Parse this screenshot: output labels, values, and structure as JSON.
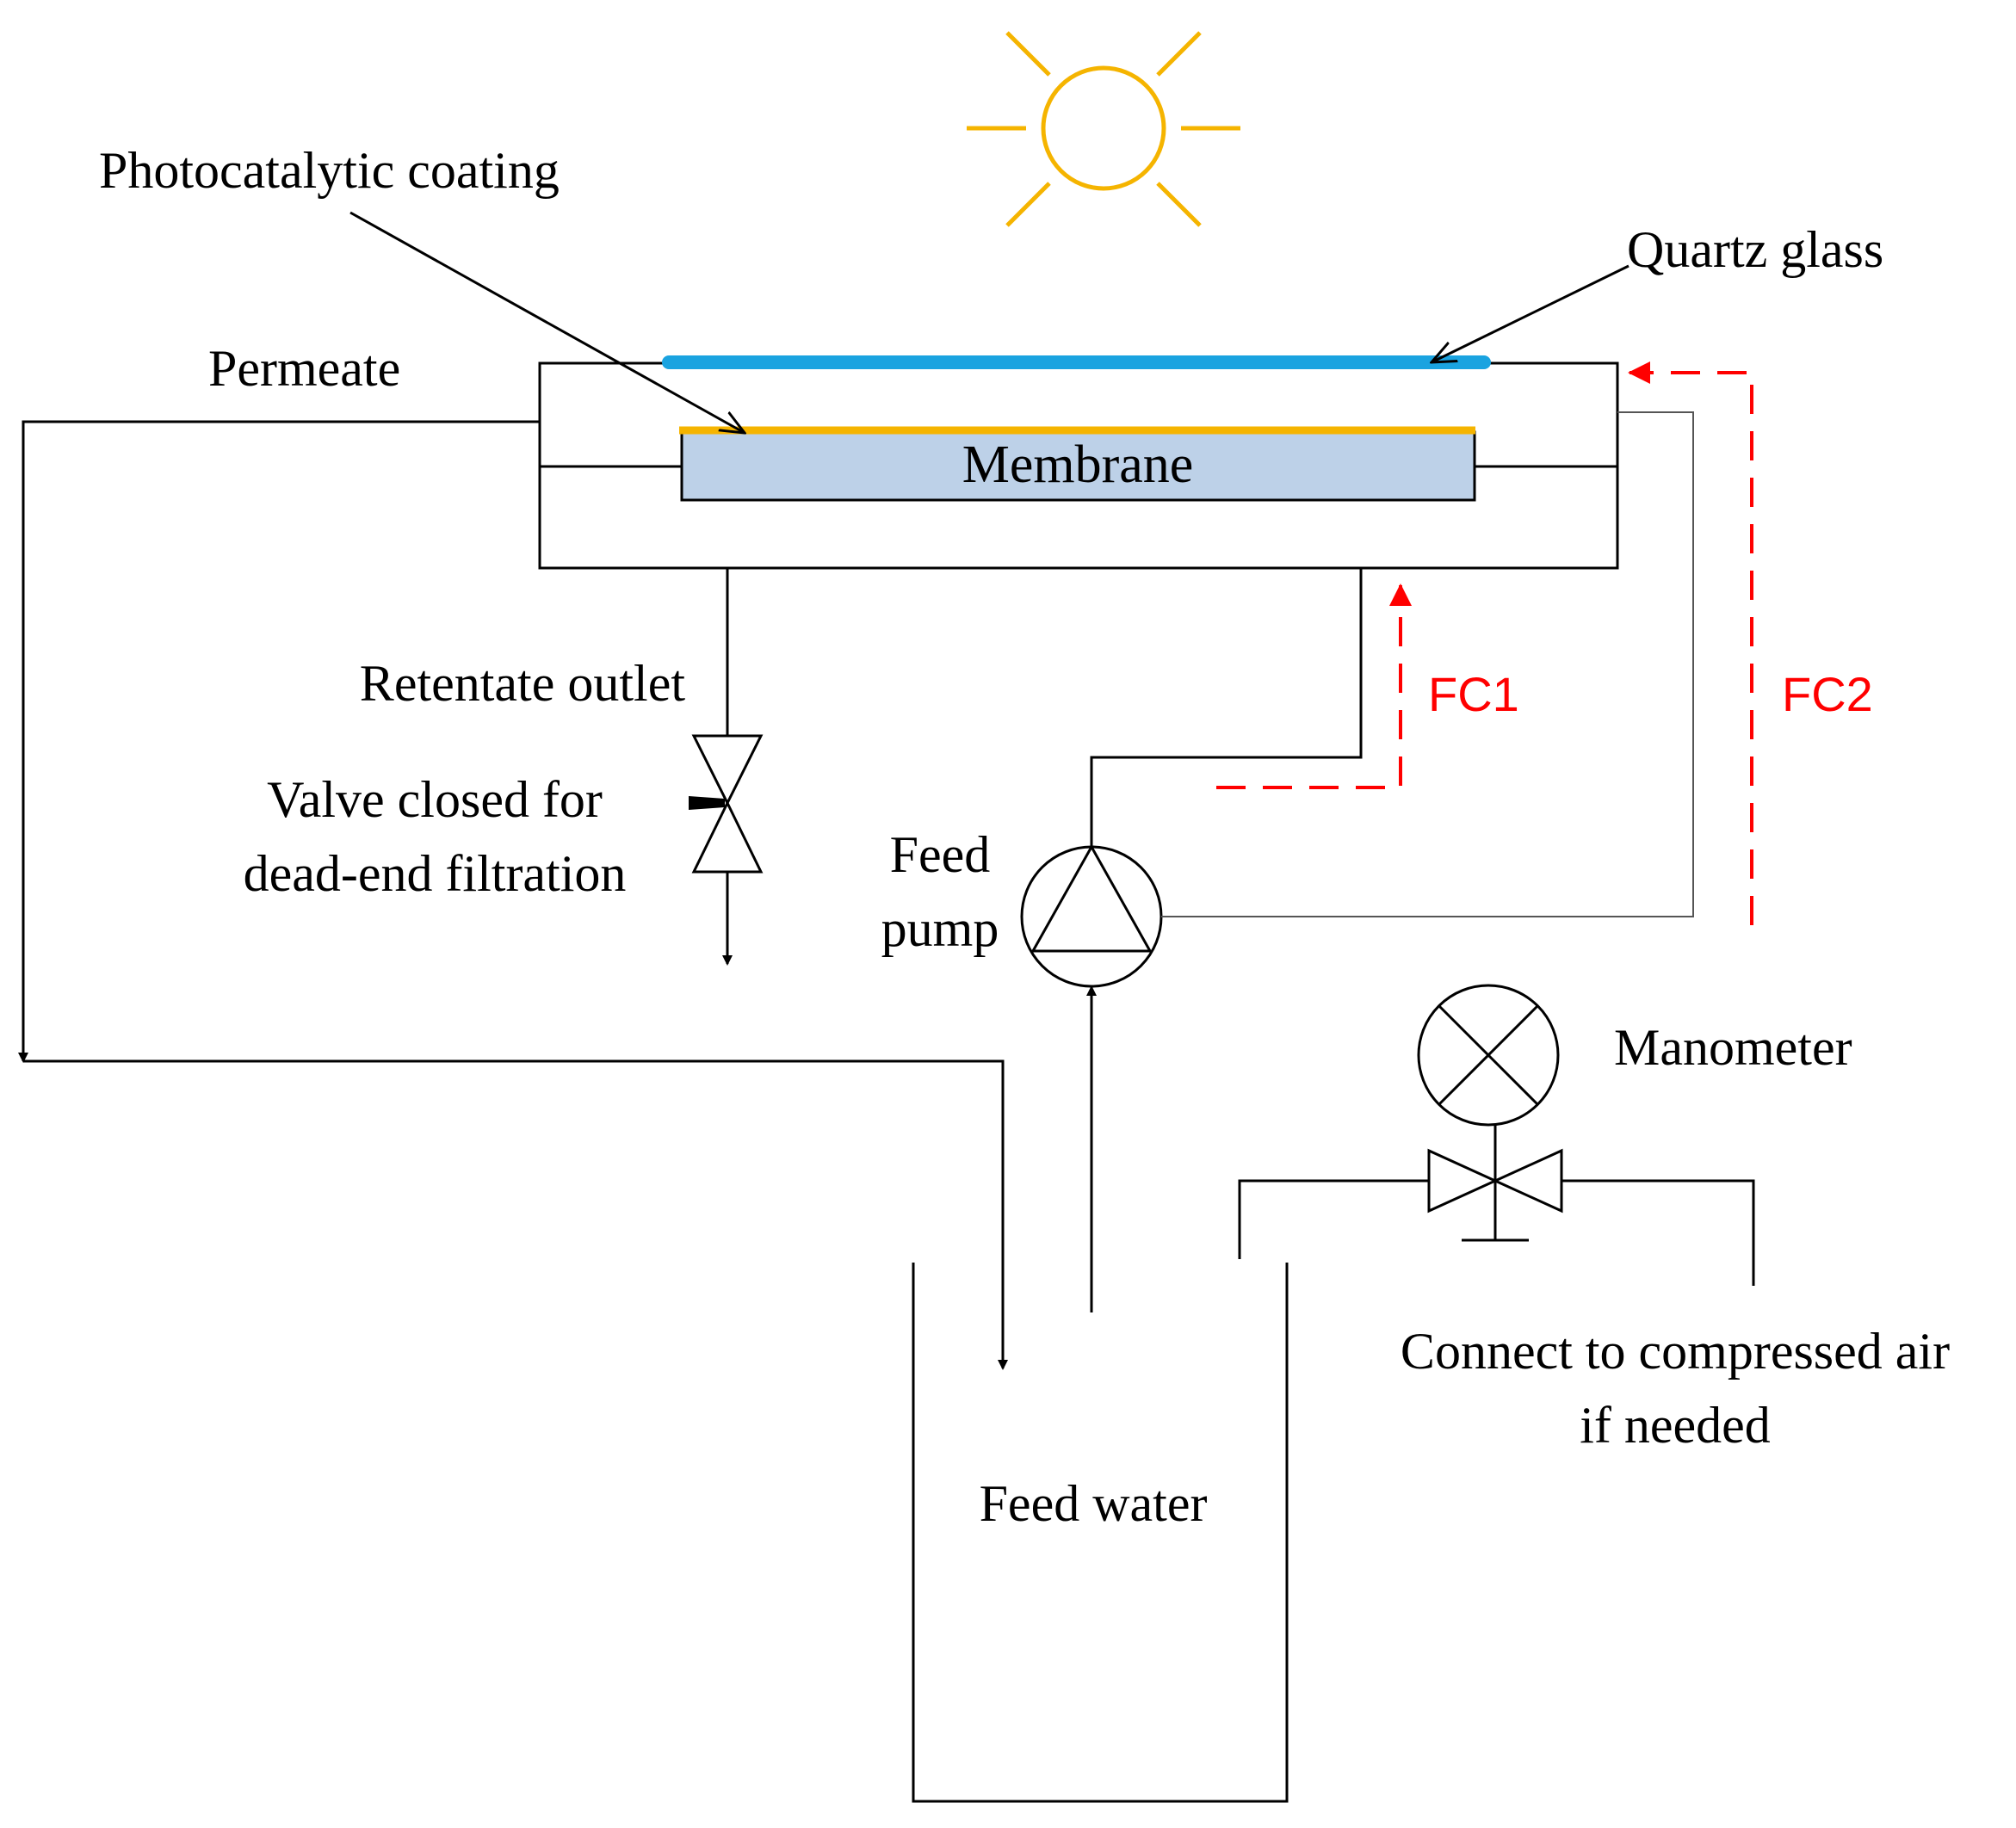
{
  "labels": {
    "photocatalytic_coating": "Photocatalytic coating",
    "quartz_glass": "Quartz glass",
    "permeate": "Permeate",
    "membrane": "Membrane",
    "retentate_outlet": "Retentate outlet",
    "valve_note_line1": "Valve closed for",
    "valve_note_line2": "dead-end filtration",
    "feed_pump_line1": "Feed",
    "feed_pump_line2": "pump",
    "fc1": "FC1",
    "fc2": "FC2",
    "manometer": "Manometer",
    "compressed_air_line1": "Connect to compressed air",
    "compressed_air_line2": "if needed",
    "feed_water": "Feed water"
  },
  "colors": {
    "quartz_glass": "#1aa3e0",
    "photocatalytic_coating": "#f5b400",
    "membrane_fill": "#bdd1e8",
    "sun": "#f5b400",
    "flow_arrow": "#ff0000",
    "line": "#000000",
    "thin_line": "#555555"
  },
  "icons": {
    "sun": "sun-icon",
    "pump": "pump-icon",
    "valve": "valve-icon",
    "manometer": "manometer-icon"
  }
}
